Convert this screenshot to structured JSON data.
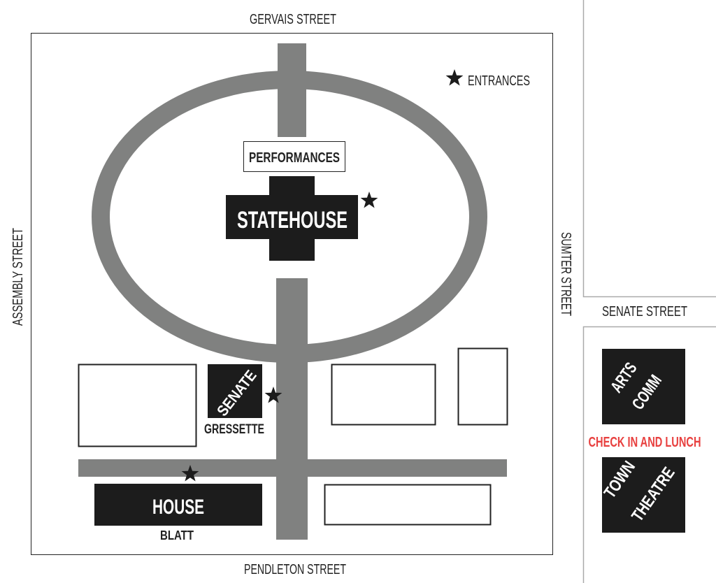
{
  "streets": {
    "north": "GERVAIS STREET",
    "south": "PENDLETON STREET",
    "west": "ASSEMBLY STREET",
    "east": "SUMTER STREET",
    "senate": "SENATE  STREET"
  },
  "legend": {
    "entrances": "ENTRANCES"
  },
  "buildings": {
    "performances": "PERFORMANCES",
    "statehouse": "STATEHOUSE",
    "senate": "SENATE",
    "gressette": "GRESSETTE",
    "house": "HOUSE",
    "blatt": "BLATT",
    "arts_line1": "ARTS",
    "arts_line2": "COMM",
    "town_line1": "TOWN",
    "town_line2": "THEATRE"
  },
  "check_in": "CHECK IN AND LUNCH",
  "colors": {
    "road": "#808180",
    "building": "#1c1c1c",
    "highlight": "#e8403f"
  }
}
